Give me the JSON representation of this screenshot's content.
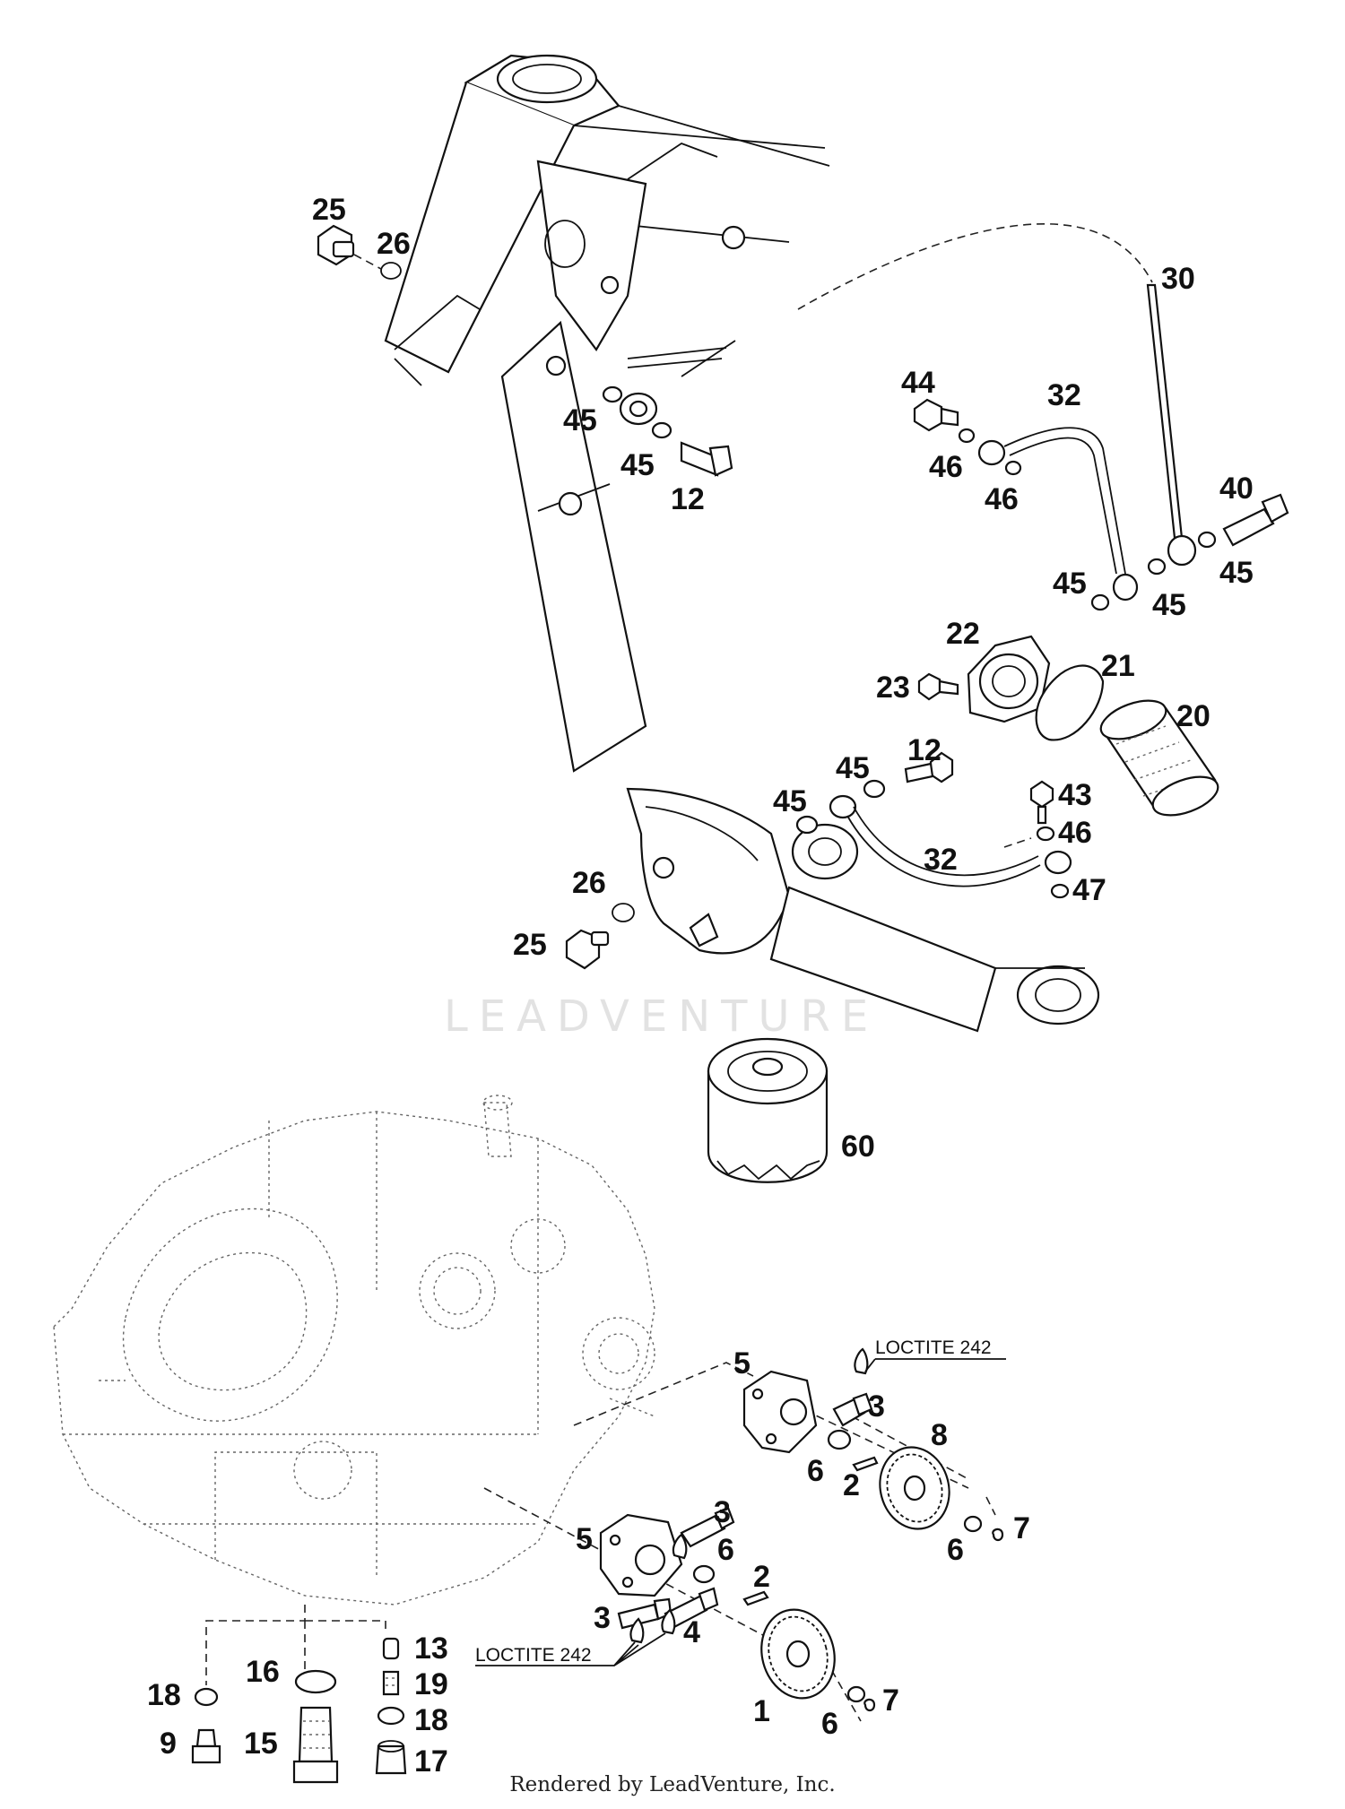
{
  "watermark": "LEADVENTURE",
  "footer": "Rendered by LeadVenture, Inc.",
  "notes": [
    "LOCTITE 242",
    "LOCTITE 242"
  ],
  "callouts": [
    "25",
    "26",
    "45",
    "45",
    "12",
    "30",
    "44",
    "32",
    "46",
    "46",
    "40",
    "45",
    "45",
    "45",
    "22",
    "21",
    "23",
    "20",
    "12",
    "45",
    "45",
    "43",
    "46",
    "32",
    "47",
    "26",
    "25",
    "60",
    "5",
    "3",
    "8",
    "6",
    "2",
    "6",
    "7",
    "5",
    "3",
    "6",
    "2",
    "3",
    "4",
    "1",
    "6",
    "7",
    "13",
    "16",
    "19",
    "18",
    "18",
    "9",
    "15",
    "17"
  ]
}
